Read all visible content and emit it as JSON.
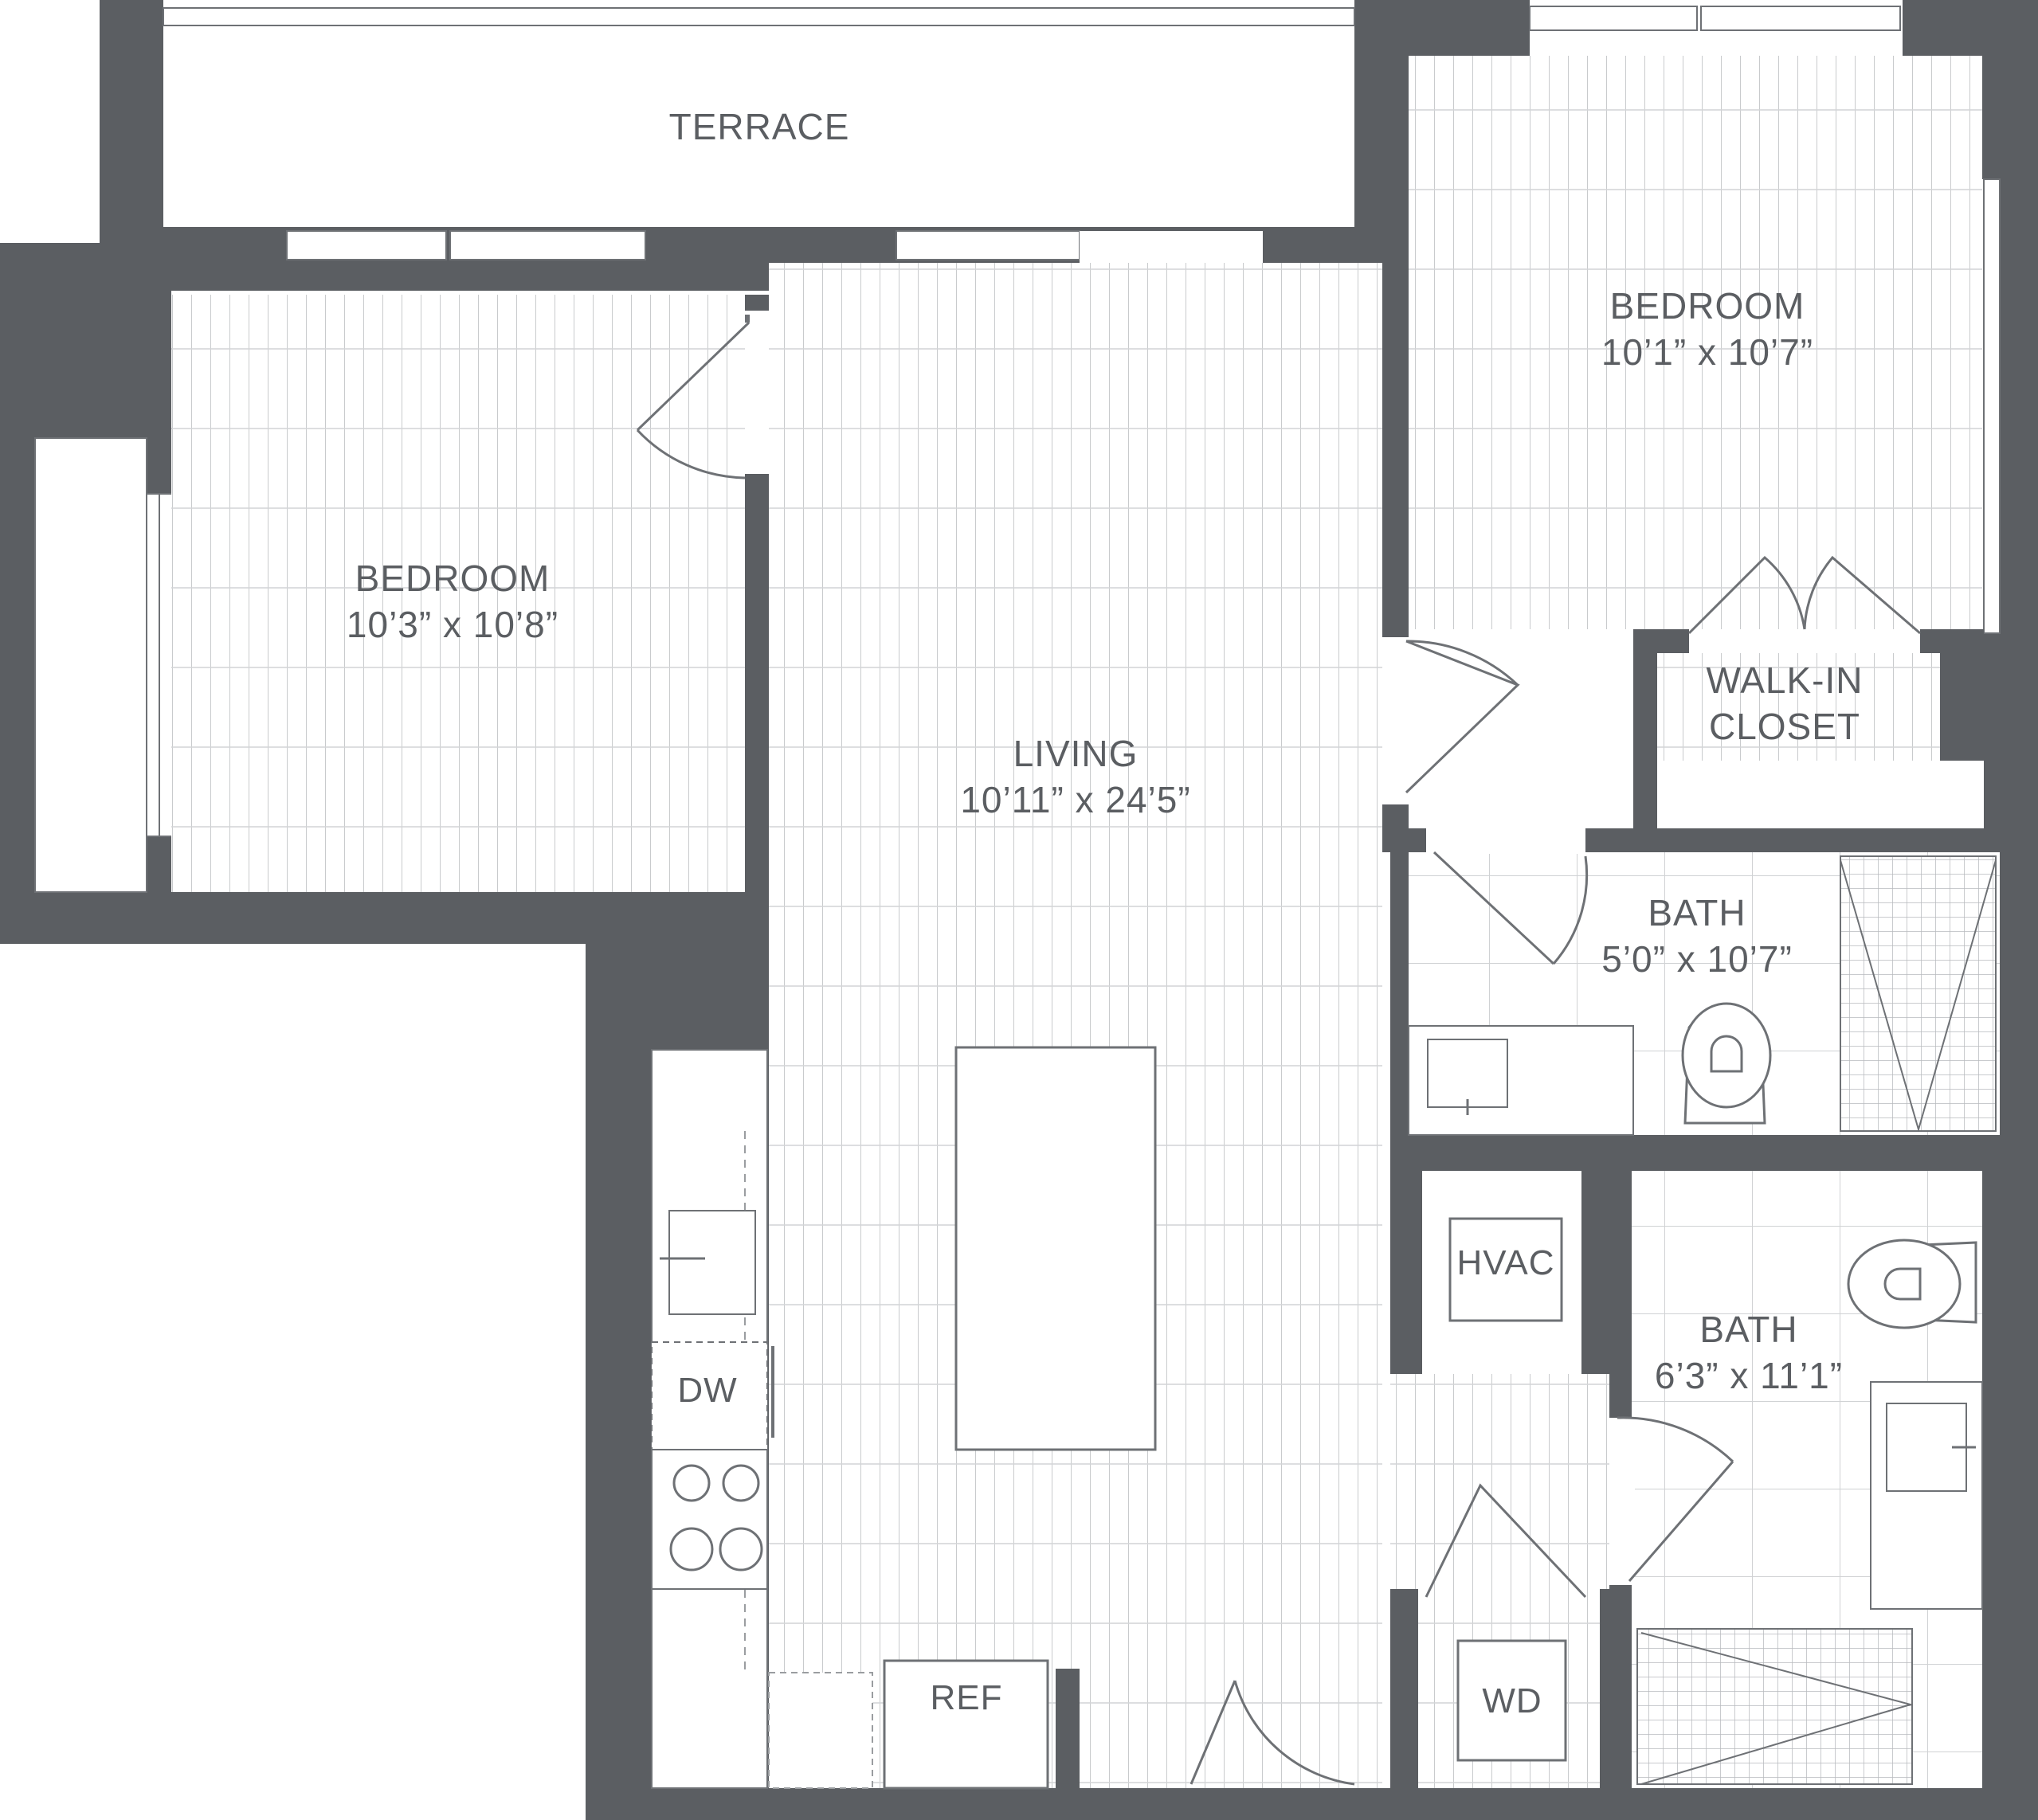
{
  "colors": {
    "wall": "#5b5e62",
    "floor_line": "#c6c8ca",
    "fixture_stroke": "#6e7175",
    "background": "#ffffff"
  },
  "rooms": {
    "terrace": {
      "name": "TERRACE"
    },
    "bedroom_left": {
      "name": "BEDROOM",
      "dims": "10’3” x 10’8”"
    },
    "bedroom_right": {
      "name": "BEDROOM",
      "dims": "10’1” x 10’7”"
    },
    "walk_in_closet": {
      "line1": "WALK-IN",
      "line2": "CLOSET"
    },
    "living": {
      "name": "LIVING",
      "dims": "10’11” x 24’5”"
    },
    "bath_upper": {
      "name": "BATH",
      "dims": "5’0” x 10’7”"
    },
    "bath_lower": {
      "name": "BATH",
      "dims": "6’3” x 11’1”"
    }
  },
  "fixtures": {
    "hvac": "HVAC",
    "dishwasher": "DW",
    "refrigerator": "REF",
    "washer_dryer": "WD"
  }
}
